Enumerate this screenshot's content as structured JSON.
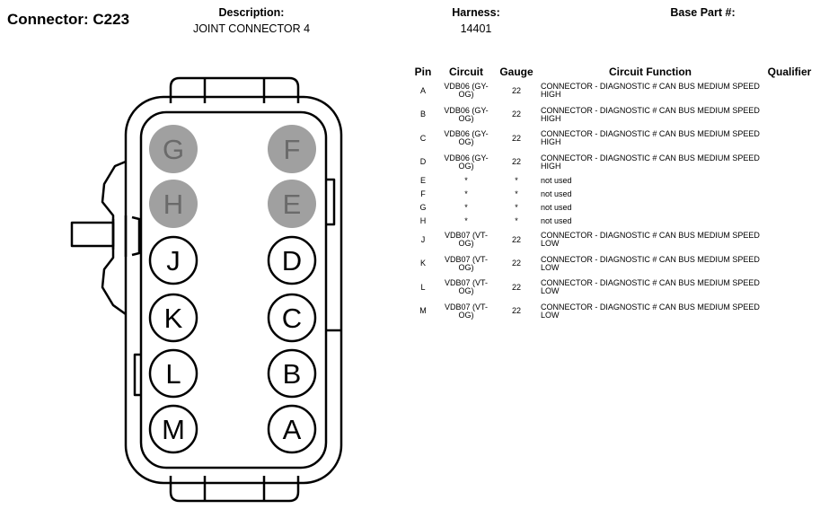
{
  "header": {
    "title": "Connector: C223",
    "description_label": "Description:",
    "description_value": "JOINT CONNECTOR 4",
    "harness_label": "Harness:",
    "harness_value": "14401",
    "base_part_label": "Base Part #:"
  },
  "connector_face": {
    "used_cavity_color": "#ffffff",
    "unused_cavity_color": "#a0a0a0",
    "unused_label_color": "#6a6a6a",
    "cavities": [
      {
        "pin": "G",
        "used": false
      },
      {
        "pin": "F",
        "used": false
      },
      {
        "pin": "H",
        "used": false
      },
      {
        "pin": "E",
        "used": false
      },
      {
        "pin": "J",
        "used": true
      },
      {
        "pin": "D",
        "used": true
      },
      {
        "pin": "K",
        "used": true
      },
      {
        "pin": "C",
        "used": true
      },
      {
        "pin": "L",
        "used": true
      },
      {
        "pin": "B",
        "used": true
      },
      {
        "pin": "M",
        "used": true
      },
      {
        "pin": "A",
        "used": true
      }
    ]
  },
  "table": {
    "columns": [
      "Pin",
      "Circuit",
      "Gauge",
      "Circuit Function",
      "Qualifier"
    ],
    "rows": [
      {
        "pin": "A",
        "circuit": "VDB06 (GY-OG)",
        "gauge": "22",
        "function": "CONNECTOR - DIAGNOSTIC # CAN BUS MEDIUM SPEED HIGH",
        "qualifier": ""
      },
      {
        "pin": "B",
        "circuit": "VDB06 (GY-OG)",
        "gauge": "22",
        "function": "CONNECTOR - DIAGNOSTIC # CAN BUS MEDIUM SPEED HIGH",
        "qualifier": ""
      },
      {
        "pin": "C",
        "circuit": "VDB06 (GY-OG)",
        "gauge": "22",
        "function": "CONNECTOR - DIAGNOSTIC # CAN BUS MEDIUM SPEED HIGH",
        "qualifier": ""
      },
      {
        "pin": "D",
        "circuit": "VDB06 (GY-OG)",
        "gauge": "22",
        "function": "CONNECTOR - DIAGNOSTIC # CAN BUS MEDIUM SPEED HIGH",
        "qualifier": ""
      },
      {
        "pin": "E",
        "circuit": "*",
        "gauge": "*",
        "function": "not used",
        "qualifier": ""
      },
      {
        "pin": "F",
        "circuit": "*",
        "gauge": "*",
        "function": "not used",
        "qualifier": ""
      },
      {
        "pin": "G",
        "circuit": "*",
        "gauge": "*",
        "function": "not used",
        "qualifier": ""
      },
      {
        "pin": "H",
        "circuit": "*",
        "gauge": "*",
        "function": "not used",
        "qualifier": ""
      },
      {
        "pin": "J",
        "circuit": "VDB07 (VT-OG)",
        "gauge": "22",
        "function": "CONNECTOR - DIAGNOSTIC # CAN BUS MEDIUM SPEED LOW",
        "qualifier": ""
      },
      {
        "pin": "K",
        "circuit": "VDB07 (VT-OG)",
        "gauge": "22",
        "function": "CONNECTOR - DIAGNOSTIC # CAN BUS MEDIUM SPEED LOW",
        "qualifier": ""
      },
      {
        "pin": "L",
        "circuit": "VDB07 (VT-OG)",
        "gauge": "22",
        "function": "CONNECTOR - DIAGNOSTIC # CAN BUS MEDIUM SPEED LOW",
        "qualifier": ""
      },
      {
        "pin": "M",
        "circuit": "VDB07 (VT-OG)",
        "gauge": "22",
        "function": "CONNECTOR - DIAGNOSTIC # CAN BUS MEDIUM SPEED LOW",
        "qualifier": ""
      }
    ]
  }
}
